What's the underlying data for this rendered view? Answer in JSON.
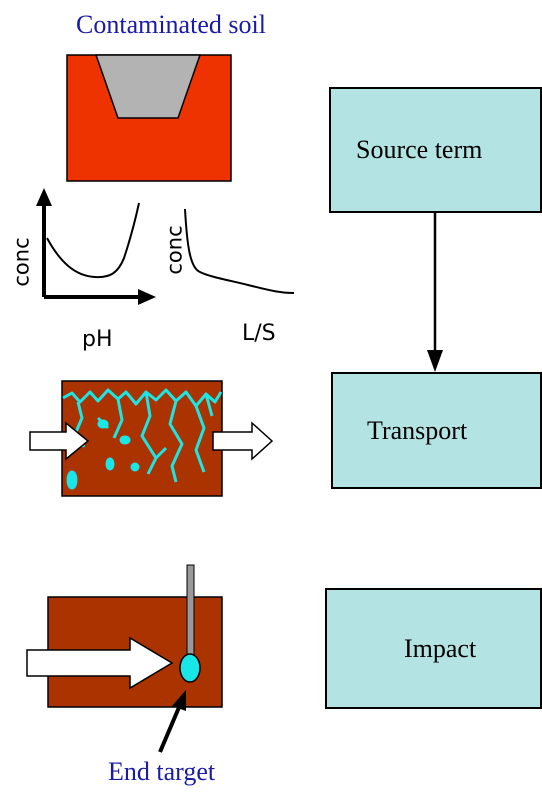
{
  "colors": {
    "soil_red": "#ee3300",
    "soil_brown": "#aa3300",
    "pit_gray": "#b3b3b3",
    "water_cyan": "#19e6e6",
    "box_fill": "#b3e3e3",
    "title_blue": "#1a1aa6",
    "probe_gray": "#999999"
  },
  "labels": {
    "top_title": "Contaminated soil",
    "bottom_title": "End target",
    "ph_axis": "pH",
    "ls_axis": "L/S",
    "conc_left": "conc",
    "conc_right": "conc"
  },
  "boxes": {
    "source": "Source term",
    "transport": "Transport",
    "impact": "Impact"
  },
  "icons": {
    "flow_in_transport": "hollow-arrow-right-icon",
    "flow_out_transport": "hollow-arrow-right-icon",
    "flow_in_impact": "hollow-arrow-right-icon",
    "probe": "probe-icon",
    "end_target_pointer": "arrow-up-right-icon"
  }
}
